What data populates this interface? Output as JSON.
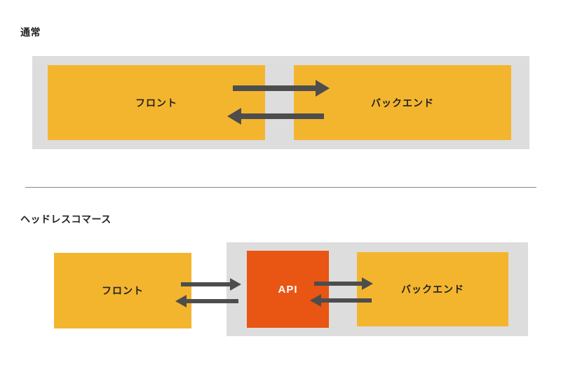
{
  "colors": {
    "container": "#dddddd",
    "box": "#f4b52e",
    "api": "#e95513",
    "arrow": "#4d4d4d",
    "divider": "#888888"
  },
  "normal": {
    "title": "通常",
    "front_label": "フロント",
    "backend_label": "バックエンド"
  },
  "headless": {
    "title": "ヘッドレスコマース",
    "front_label": "フロント",
    "api_label": "API",
    "backend_label": "バックエンド"
  }
}
